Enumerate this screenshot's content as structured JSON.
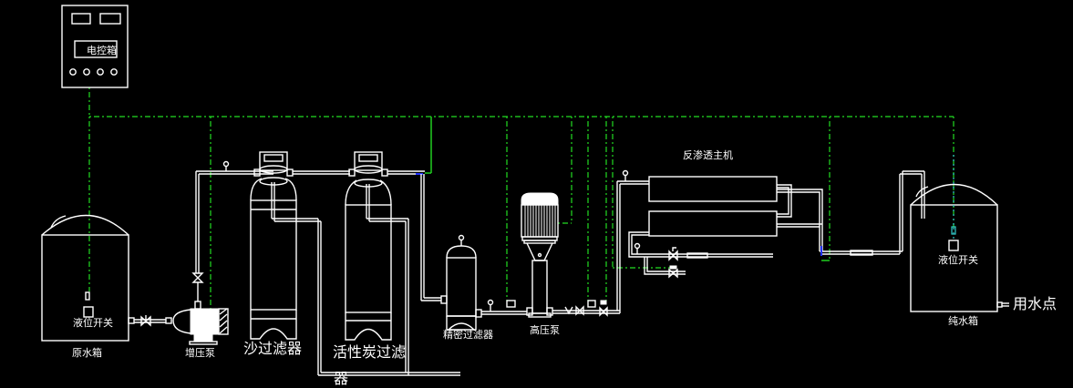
{
  "diagram": {
    "title": "Reverse osmosis water treatment process flow",
    "colors": {
      "background": "#000000",
      "equipment": "#ffffff",
      "control_wiring": "#22dd22",
      "signal_line": "#33cccc",
      "marker": "#2233ff"
    },
    "control_box": {
      "label": "电控箱",
      "indicator_lights": 4
    },
    "raw_tank": {
      "label": "原水箱",
      "switch_label": "液位开关"
    },
    "booster_pump": {
      "label": "增压泵"
    },
    "sand_filter": {
      "label": "沙过滤器"
    },
    "carbon_filter": {
      "label_line1": "活性炭过滤",
      "label_line2": "器"
    },
    "precision_filter": {
      "label": "精密过滤器"
    },
    "hp_pump": {
      "label": "高压泵"
    },
    "ro_unit": {
      "label": "反渗透主机"
    },
    "pure_tank": {
      "label": "纯水箱",
      "switch_label": "液位开关"
    },
    "outlet": {
      "label": "用水点"
    }
  }
}
